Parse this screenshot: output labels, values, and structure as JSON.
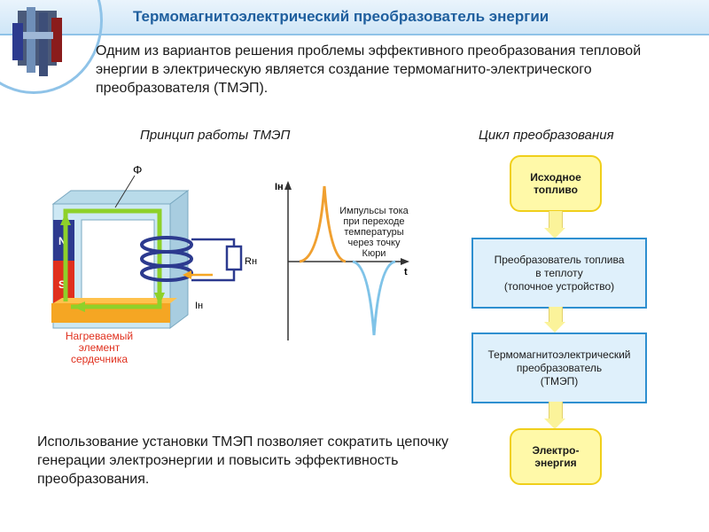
{
  "header": {
    "title": "Термомагнитоэлектрический преобразователь энергии"
  },
  "intro_text": "Одним из вариантов решения проблемы эффективного преобразования тепловой энергии в электрическую является создание термомагнито-электрического преобразователя (ТМЭП).",
  "principle": {
    "caption": "Принцип работы ТМЭП",
    "flux_label": "Φ",
    "pole_n": "N",
    "pole_s": "S",
    "resistor_label": "Rн",
    "current_label": "Iн",
    "heated_element_label": "Нагреваемый элемент\nсердечника",
    "graph": {
      "y_axis_label": "Iн",
      "x_axis_label": "t",
      "pulse_note": "Импульсы тока\nпри переходе\nтемпературы\nчерез точку\nКюри",
      "colors": {
        "positive_pulse": "#f0a030",
        "negative_pulse": "#7fc3e8"
      }
    }
  },
  "cycle": {
    "caption": "Цикл преобразования",
    "steps": [
      "Исходное\nтопливо",
      "Преобразователь топлива\nв теплоту\n(топочное устройство)",
      "Термомагнитоэлектрический\nпреобразователь\n(ТМЭП)",
      "Электро-\nэнергия"
    ]
  },
  "bottom_text": "Использование установки ТМЭП позволяет сократить цепочку генерации электроэнергии и повысить эффективность преобразования.",
  "colors": {
    "accent_blue": "#1f5f9e",
    "core_green": "#8ed12a",
    "magnet_blue": "#2c3a8f",
    "magnet_red": "#e0301e",
    "heater_orange": "#f5a623"
  }
}
